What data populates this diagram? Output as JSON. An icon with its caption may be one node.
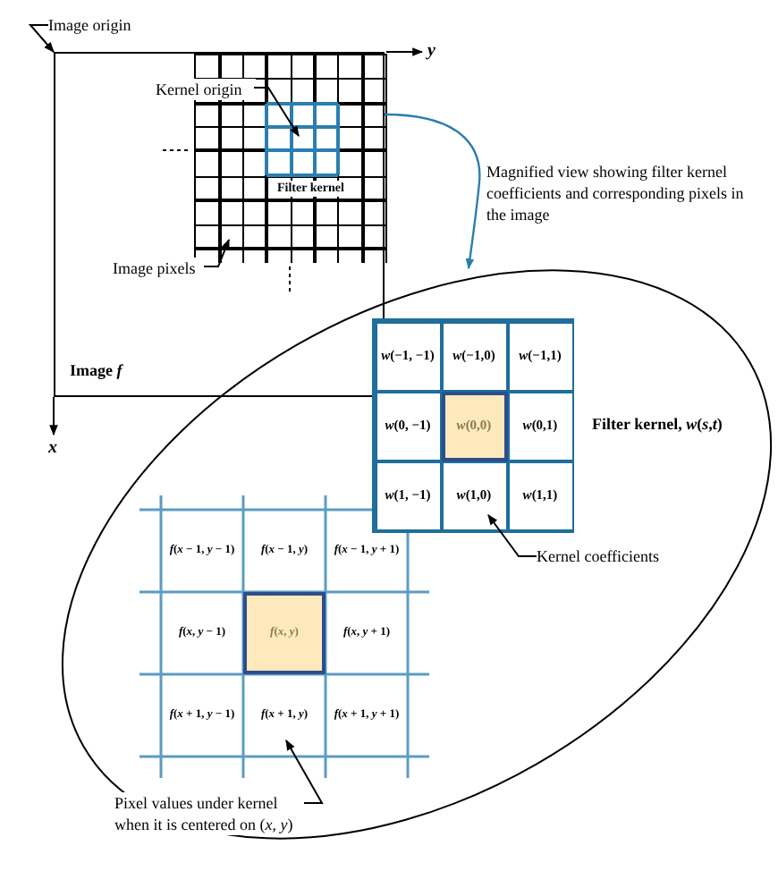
{
  "diagram": {
    "nodes": [
      {
        "text": [
          "Image *f*"
        ]
      },
      {
        "text": [],
        "shape": "grid",
        "in": 0
      },
      {
        "text": [
          "Filter kernel"
        ],
        "in": 1
      },
      {
        "text": [],
        "shape": "circle"
      },
      {
        "text": [],
        "shape": "grid",
        "in": 3,
        "beside": [
          "Filter kernel, *w*(*s*,*t*)"
        ]
      },
      {
        "text": [
          "*w*(−1, −1)"
        ],
        "in": 4
      },
      {
        "text": [
          "*w*(−1,0)"
        ],
        "in": 4
      },
      {
        "text": [
          "*w*(−1,1)"
        ],
        "in": 4
      },
      {
        "text": [
          "*w*(0, −1)"
        ],
        "in": 4
      },
      {
        "text": [
          "*w*(0,0)"
        ],
        "in": 4
      },
      {
        "text": [
          "*w*(0,1)"
        ],
        "in": 4
      },
      {
        "text": [
          "*w*(1, −1)"
        ],
        "in": 4
      },
      {
        "text": [
          "*w*(1,0)"
        ],
        "in": 4
      },
      {
        "text": [
          "*w*(1,1)"
        ],
        "in": 4
      },
      {
        "text": [],
        "shape": "grid",
        "in": 3
      },
      {
        "text": [
          "*f*(*x* − 1, *y* − 1)"
        ],
        "in": 14
      },
      {
        "text": [
          "*f*(*x* − 1, *y*)"
        ],
        "in": 14
      },
      {
        "text": [
          "*f*(*x* − 1, *y* + 1)"
        ],
        "in": 14
      },
      {
        "text": [
          "*f*(*x*, *y* − 1)"
        ],
        "in": 14
      },
      {
        "text": [
          "*f*(*x*, *y*)"
        ],
        "in": 14
      },
      {
        "text": [
          "*f*(*x*, *y* + 1)"
        ],
        "in": 14
      },
      {
        "text": [
          "*f*(*x* + 1, *y* − 1)"
        ],
        "in": 14
      },
      {
        "text": [
          "*f*(*x* + 1, *y*)"
        ],
        "in": 14
      },
      {
        "text": [
          "*f*(*x* + 1, *y* + 1)"
        ],
        "in": 14
      },
      {
        "text": [
          "Image origin"
        ]
      },
      {
        "text": [
          "Kernel origin"
        ],
        "in": 0
      },
      {
        "text": [
          "Image pixels"
        ],
        "in": 0
      },
      {
        "text": [
          "Kernel coefficients"
        ],
        "in": 3
      },
      {
        "text": [
          "Pixel values under kernel when it is centered on (*x*, *y*)"
        ],
        "in": 3
      }
    ],
    "edges": [
      {
        "from": 24,
        "to": 0,
        "arrow": "to"
      },
      {
        "from": 25,
        "to": 1,
        "arrow": "to"
      },
      {
        "from": 26,
        "to": 1,
        "arrow": "to"
      },
      {
        "from": 2,
        "to": 3,
        "arrow": "to",
        "label": "Magnified view showing filter kernel coefficients and corresponding pixels in the image",
        "color": "#2a7fb0"
      },
      {
        "from": 27,
        "to": 12,
        "arrow": "to"
      },
      {
        "from": 28,
        "to": 22,
        "arrow": "to"
      }
    ],
    "labels": [
      "*y*",
      "*x*"
    ]
  }
}
